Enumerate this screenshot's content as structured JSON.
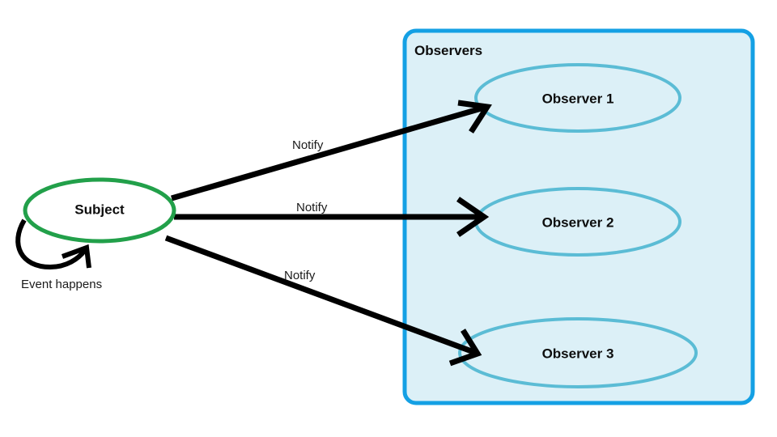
{
  "diagram": {
    "title_visible": false,
    "background": "#ffffff"
  },
  "subject": {
    "label": "Subject",
    "stroke": "#22a04a",
    "fill": "#ffffff",
    "self_event": {
      "label": "Event happens",
      "stroke": "#000000"
    }
  },
  "group": {
    "title": "Observers",
    "fill": "#dcf0f7",
    "stroke": "#14a0e4",
    "observers": [
      {
        "label": "Observer 1",
        "stroke": "#5bbcd5"
      },
      {
        "label": "Observer 2",
        "stroke": "#5bbcd5"
      },
      {
        "label": "Observer 3",
        "stroke": "#5bbcd5"
      }
    ]
  },
  "edges": [
    {
      "label": "Notify",
      "from": "Subject",
      "to": "Observer 1",
      "stroke": "#000000"
    },
    {
      "label": "Notify",
      "from": "Subject",
      "to": "Observer 2",
      "stroke": "#000000"
    },
    {
      "label": "Notify",
      "from": "Subject",
      "to": "Observer 3",
      "stroke": "#000000"
    }
  ]
}
